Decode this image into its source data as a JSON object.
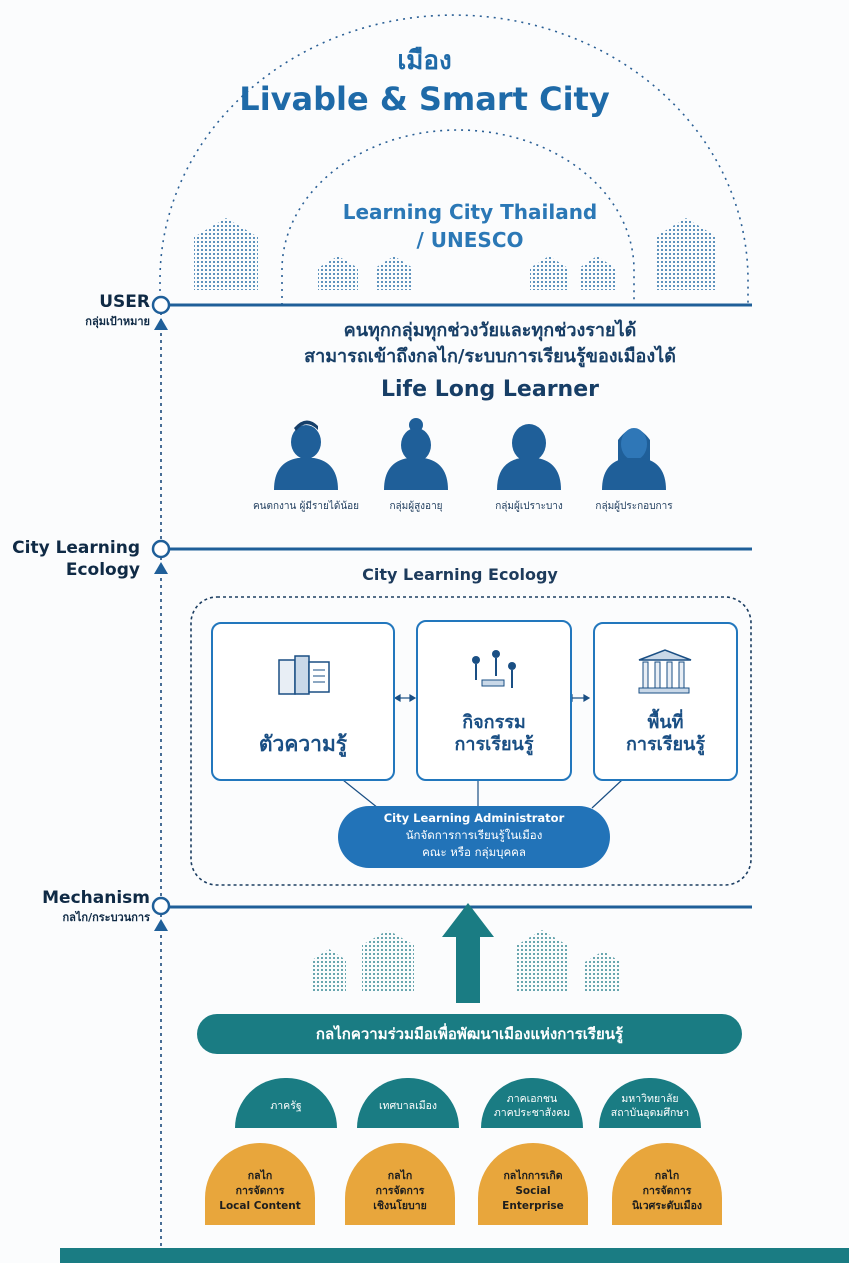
{
  "header": {
    "title_th": "เมือง",
    "title_en": "Livable & Smart City",
    "inner_title": "Learning City Thailand\n/ UNESCO"
  },
  "levels": {
    "user": {
      "label": "USER",
      "sub": "กลุ่มเป้าหมาย"
    },
    "ecology": {
      "label": "City Learning\nEcology"
    },
    "mechanism": {
      "label": "Mechanism",
      "sub": "กลไก/กระบวนการ"
    }
  },
  "user_section": {
    "description": "คนทุกกลุ่มทุกช่วงวัยและทุกช่วงรายได้\nสามารถเข้าถึงกลไก/ระบบการเรียนรู้ของเมืองได้",
    "heading": "Life Long Learner",
    "groups": [
      {
        "label": "คนตกงาน\nผู้มีรายได้น้อย",
        "icon": "man-icon"
      },
      {
        "label": "กลุ่มผู้สูงอายุ",
        "icon": "woman-bun-icon"
      },
      {
        "label": "กลุ่มผู้เปราะบาง",
        "icon": "woman-short-hair-icon"
      },
      {
        "label": "กลุ่มผู้ประกอบการ",
        "icon": "woman-long-hair-icon"
      }
    ]
  },
  "ecology_section": {
    "title": "City Learning Ecology",
    "boxes": [
      {
        "label": "ตัวความรู้",
        "icon": "books-icon"
      },
      {
        "label": "กิจกรรม\nการเรียนรู้",
        "icon": "people-activity-icon"
      },
      {
        "label": "พื้นที่\nการเรียนรู้",
        "icon": "building-columns-icon"
      }
    ],
    "administrator": {
      "title": "City Learning Administrator",
      "line1": "นักจัดการการเรียนรู้ในเมือง",
      "line2": "คณะ หรือ กลุ่มบุคคล"
    }
  },
  "mechanism_section": {
    "cooperation": "กลไกความร่วมมือเพื่อพัฒนาเมืองแห่งการเรียนรู้",
    "sectors": [
      "ภาครัฐ",
      "เทศบาลเมือง",
      "ภาคเอกชน\nภาคประชาสังคม",
      "มหาวิทยาลัย\nสถาบันอุดมศึกษา"
    ],
    "mechanisms": [
      "กลไก\nการจัดการ\nLocal Content",
      "กลไก\nการจัดการ\nเชิงนโยบาย",
      "กลไกการเกิด\nSocial\nEnterprise",
      "กลไก\nการจัดการ\nนิเวศระดับเมือง"
    ]
  },
  "colors": {
    "primary_blue": "#1e6aa8",
    "dark_blue": "#1d5b92",
    "teal": "#1a7c83",
    "orange": "#e8a63c"
  }
}
